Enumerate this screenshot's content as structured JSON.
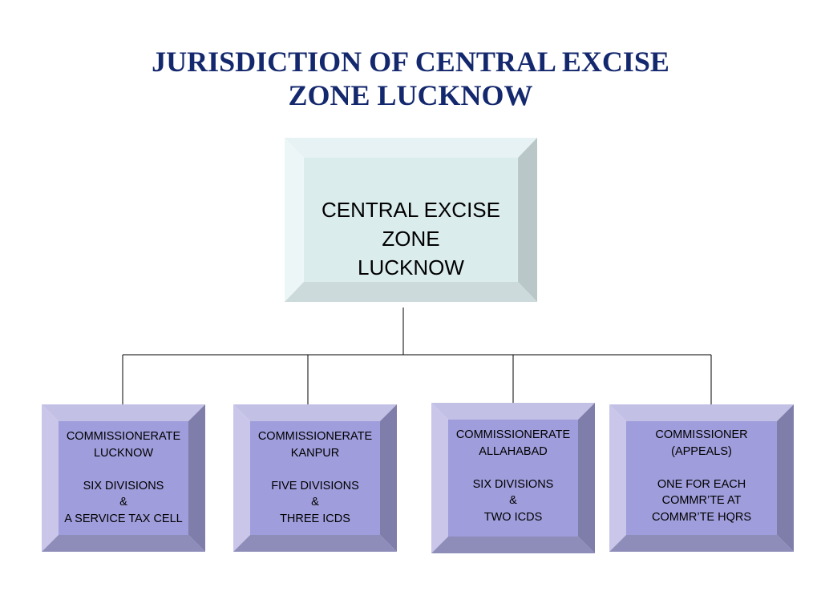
{
  "title": {
    "line1": "JURISDICTION OF CENTRAL EXCISE",
    "line2": "ZONE LUCKNOW"
  },
  "root": {
    "lines": [
      "CENTRAL EXCISE",
      "ZONE",
      "LUCKNOW"
    ]
  },
  "children": [
    {
      "heading": [
        "COMMISSIONERATE",
        "LUCKNOW"
      ],
      "detail": [
        "SIX DIVISIONS",
        "&",
        "A SERVICE TAX CELL"
      ]
    },
    {
      "heading": [
        "COMMISSIONERATE",
        "KANPUR"
      ],
      "detail": [
        "FIVE DIVISIONS",
        "&",
        "THREE ICDS"
      ]
    },
    {
      "heading": [
        "COMMISSIONERATE",
        "ALLAHABAD"
      ],
      "detail": [
        "SIX DIVISIONS",
        "&",
        "TWO ICDS"
      ]
    },
    {
      "heading": [
        "COMMISSIONER",
        "(APPEALS)"
      ],
      "detail": [
        "ONE FOR EACH",
        "COMMR’TE  AT",
        "COMMR’TE   HQRS"
      ]
    }
  ],
  "colors": {
    "title": "#14286e",
    "root_face": "#dbeced",
    "child_face": "#9f9ddb",
    "connector": "#000000"
  }
}
